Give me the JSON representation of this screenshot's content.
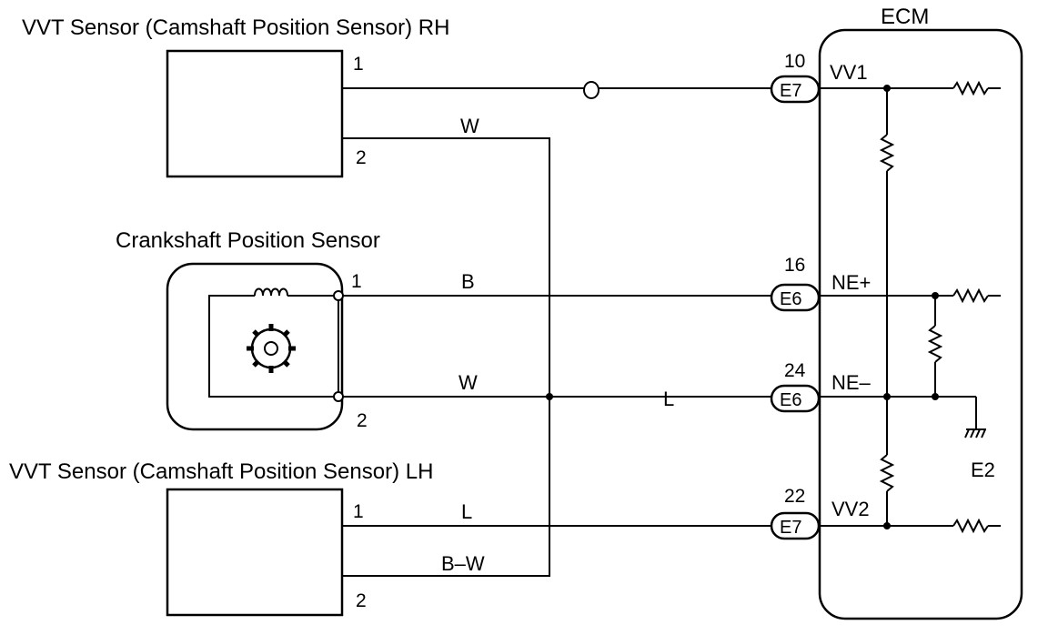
{
  "labels": {
    "vvt_rh": "VVT Sensor (Camshaft Position Sensor) RH",
    "crank": "Crankshaft Position Sensor",
    "vvt_lh": "VVT Sensor (Camshaft Position Sensor) LH",
    "ecm": "ECM"
  },
  "sensor_pins": {
    "rh_1": "1",
    "rh_2": "2",
    "crank_1": "1",
    "crank_2": "2",
    "lh_1": "1",
    "lh_2": "2"
  },
  "wire_colors": {
    "rh_2": "W",
    "crank_1": "B",
    "crank_2": "W",
    "ne_minus": "L",
    "lh_1": "L",
    "lh_2": "B–W"
  },
  "ecm_terminals": [
    {
      "pin": "10",
      "connector": "E7",
      "signal": "VV1"
    },
    {
      "pin": "16",
      "connector": "E6",
      "signal": "NE+"
    },
    {
      "pin": "24",
      "connector": "E6",
      "signal": "NE–"
    },
    {
      "pin": "22",
      "connector": "E7",
      "signal": "VV2"
    }
  ],
  "ground": {
    "label": "E2"
  }
}
